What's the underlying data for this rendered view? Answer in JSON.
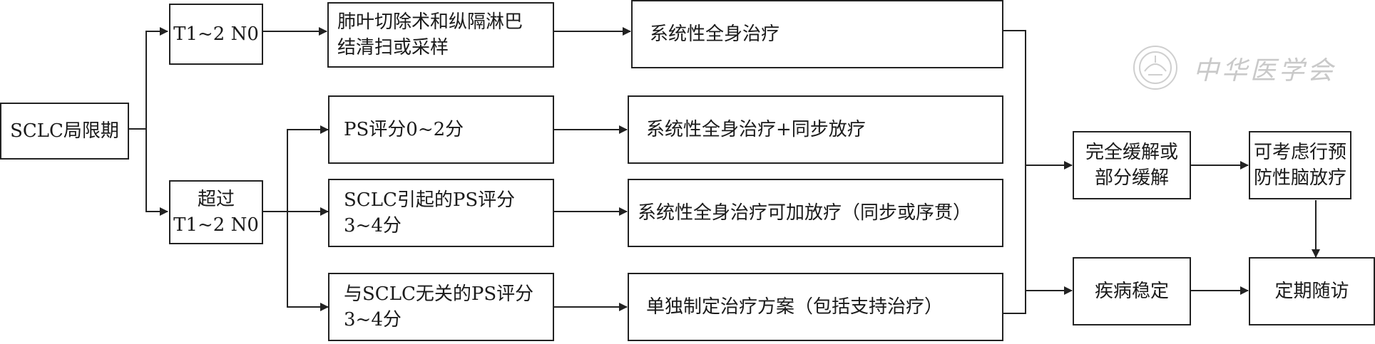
{
  "nodes": {
    "sclc": "SCLC局限期",
    "t12n0": "T1~2 N0",
    "beyond_1": "超过",
    "beyond_2": "T1~2 N0",
    "surgery_1": "肺叶切除术和纵隔淋巴",
    "surgery_2": "结清扫或采样",
    "systemic": "系统性全身治疗",
    "ps02": "PS评分0~2分",
    "systemic_sync": "系统性全身治疗+同步放疗",
    "ps34_sclc_1": "SCLC引起的PS评分",
    "ps34_sclc_2": "3~4分",
    "systemic_rad": "系统性全身治疗可加放疗（同步或序贯）",
    "ps34_other_1": "与SCLC无关的PS评分",
    "ps34_other_2": "3~4分",
    "individual": "单独制定治疗方案（包括支持治疗）",
    "response_1": "完全缓解或",
    "response_2": "部分缓解",
    "pci_1": "可考虑行预",
    "pci_2": "防性脑放疗",
    "stable": "疾病稳定",
    "followup": "定期随访"
  },
  "watermark": {
    "icon": "society-seal-icon",
    "text": "中华医学会"
  },
  "colors": {
    "line": "#222222",
    "watermark": "#c9c9c9"
  }
}
